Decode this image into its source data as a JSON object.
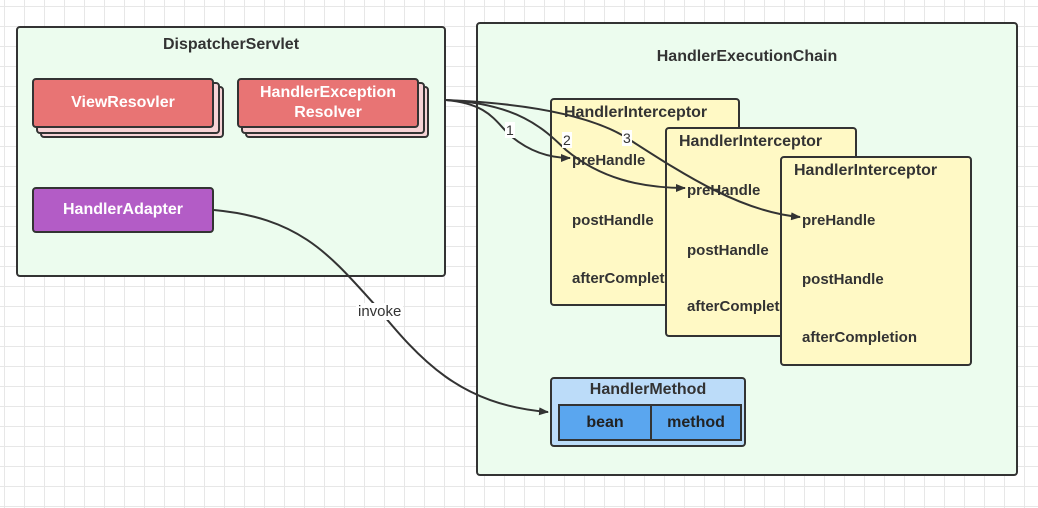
{
  "dispatcher": {
    "title": "DispatcherServlet",
    "view_resolver": "ViewResovler",
    "exception_resolver_line1": "HandlerException",
    "exception_resolver_line2": "Resolver",
    "handler_adapter": "HandlerAdapter"
  },
  "chain": {
    "title": "HandlerExecutionChain",
    "interceptors": [
      {
        "title": "HandlerInterceptor",
        "pre": "preHandle",
        "post": "postHandle",
        "after": "afterCompletion"
      },
      {
        "title": "HandlerInterceptor",
        "pre": "preHandle",
        "post": "postHandle",
        "after": "afterCompletion"
      },
      {
        "title": "HandlerInterceptor",
        "pre": "preHandle",
        "post": "postHandle",
        "after": "afterCompletion"
      }
    ],
    "handler_method": {
      "title": "HandlerMethod",
      "bean": "bean",
      "method": "method"
    }
  },
  "edges": {
    "invoke_label": "invoke",
    "step_labels": [
      "1",
      "2",
      "3"
    ]
  },
  "colors": {
    "container_fill": "#ecfcee",
    "resolver_red": "#e87474",
    "adapter_purple": "#b35cc6",
    "interceptor_yellow": "#fff9c5",
    "method_blue": "#bcdcf9",
    "cell_blue": "#5aa6ef"
  }
}
